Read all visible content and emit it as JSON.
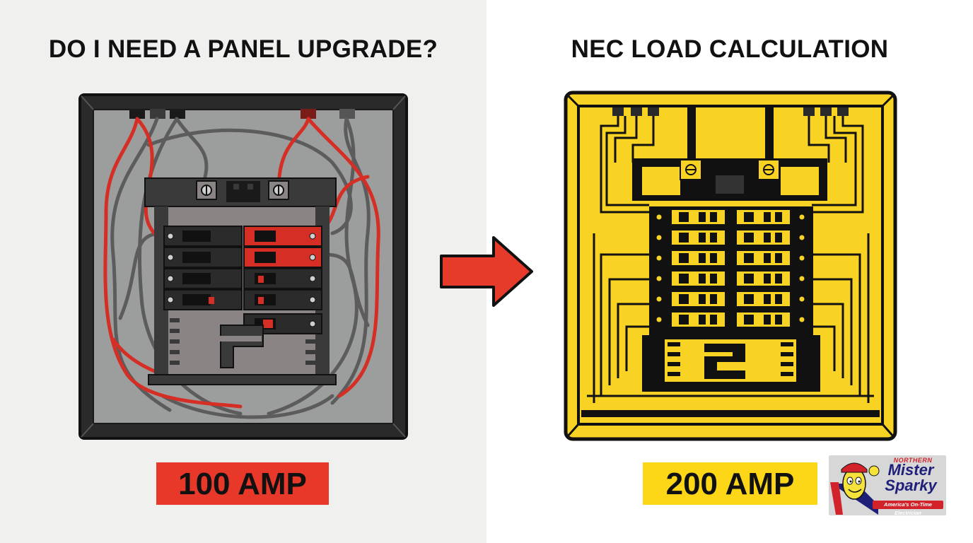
{
  "left_panel": {
    "heading": "DO I NEED A PANEL UPGRADE?",
    "label": "100 AMP",
    "label_color": "#e8382a",
    "panel_color": "#9c9e9d",
    "wire_red": "#d42e25",
    "wire_gray": "#5c5c5c"
  },
  "right_panel": {
    "heading": "NEC LOAD CALCULATION",
    "label": "200 AMP",
    "label_color": "#fcd617",
    "panel_color": "#f9d324"
  },
  "arrow": {
    "icon": "right-arrow-icon",
    "color": "#e63a2a"
  },
  "logo": {
    "line1": "NORTHERN",
    "line2": "Mister",
    "line3": "Sparky",
    "tagline": "America's On-Time Electrician"
  }
}
